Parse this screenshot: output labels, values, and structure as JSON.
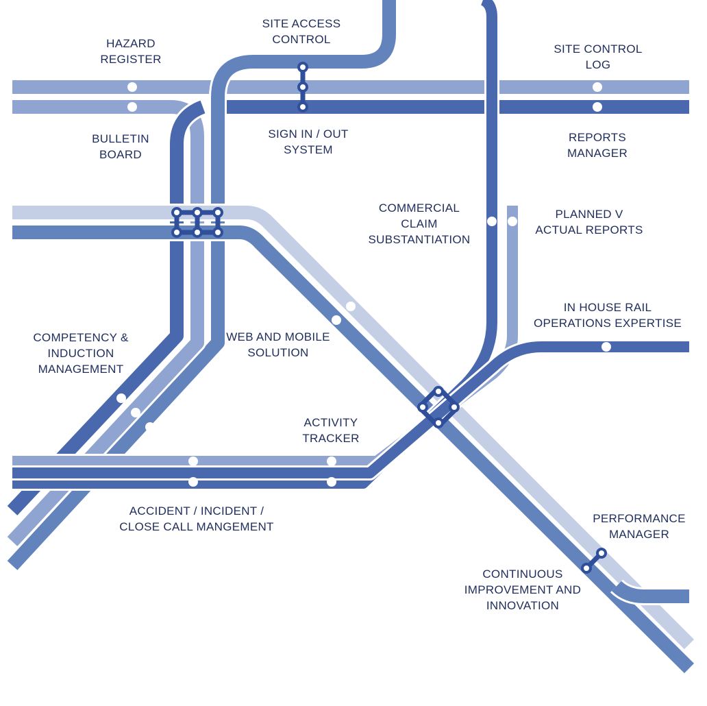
{
  "colors": {
    "dark": "#4a68ad",
    "mid": "#6383bd",
    "light": "#8fa4d0",
    "pale": "#c4cfe6",
    "text": "#1f2d5c"
  },
  "stations": {
    "hazard_register": [
      "HAZARD",
      "REGISTER"
    ],
    "site_access_control": [
      "SITE ACCESS",
      "CONTROL"
    ],
    "site_control_log": [
      "SITE CONTROL",
      "LOG"
    ],
    "bulletin_board": [
      "BULLETIN",
      "BOARD"
    ],
    "sign_in_out": [
      "SIGN IN / OUT",
      "SYSTEM"
    ],
    "reports_manager": [
      "REPORTS",
      "MANAGER"
    ],
    "commercial_claim": [
      "COMMERCIAL",
      "CLAIM",
      "SUBSTANTIATION"
    ],
    "planned_actual": [
      "PLANNED V",
      "ACTUAL REPORTS"
    ],
    "in_house_rail": [
      "IN HOUSE RAIL",
      "OPERATIONS EXPERTISE"
    ],
    "competency": [
      "COMPETENCY &",
      "INDUCTION",
      "MANAGEMENT"
    ],
    "web_mobile": [
      "WEB AND MOBILE",
      "SOLUTION"
    ],
    "activity_tracker": [
      "ACTIVITY",
      "TRACKER"
    ],
    "accident_incident": [
      "ACCIDENT / INCIDENT /",
      "CLOSE CALL MANGEMENT"
    ],
    "performance_manager": [
      "PERFORMANCE",
      "MANAGER"
    ],
    "continuous_improvement": [
      "CONTINUOUS",
      "IMPROVEMENT AND",
      "INNOVATION"
    ]
  }
}
